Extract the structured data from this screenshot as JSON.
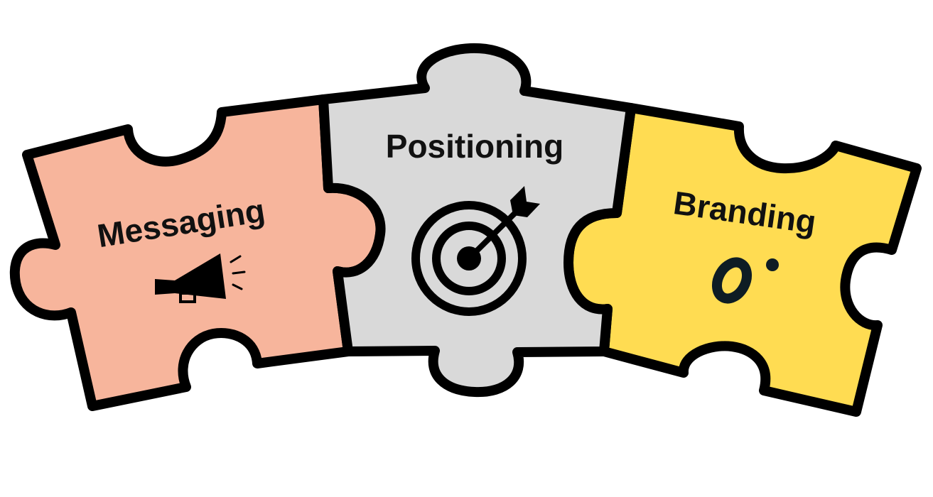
{
  "pieces": [
    {
      "label": "Messaging",
      "fill": "#F7B59C",
      "icon": "megaphone-icon"
    },
    {
      "label": "Positioning",
      "fill": "#D9D9D9",
      "icon": "target-icon"
    },
    {
      "label": "Branding",
      "fill": "#FFDC52",
      "icon": "brand-logo-icon"
    }
  ],
  "colors": {
    "outline": "#000000",
    "icon": "#000000",
    "logo": "#0E1C24"
  }
}
